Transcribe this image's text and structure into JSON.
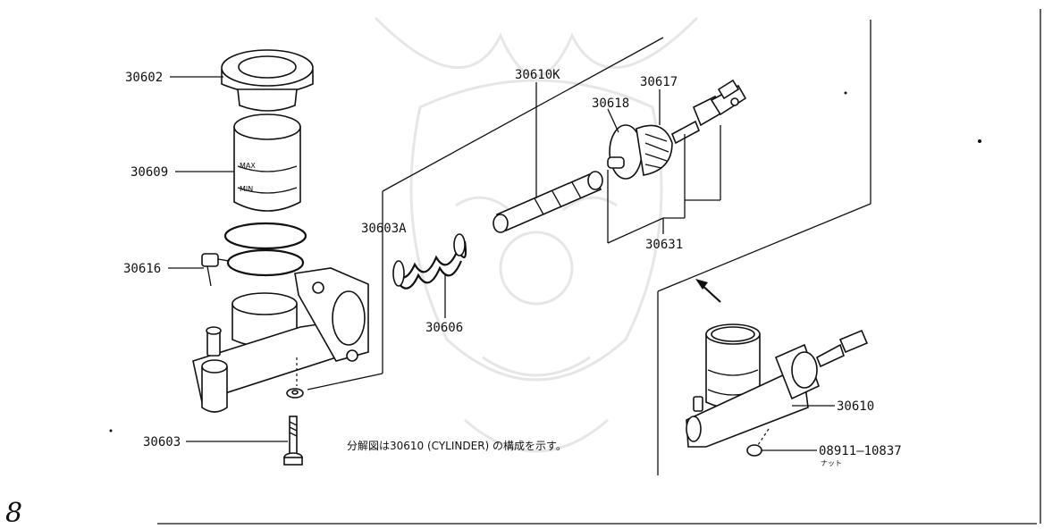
{
  "callouts": {
    "p30602": "30602",
    "p30609": "30609",
    "p30616": "30616",
    "p30603A": "30603A",
    "p30603": "30603",
    "p30606": "30606",
    "p30610K": "30610K",
    "p30618": "30618",
    "p30617": "30617",
    "p30631": "30631",
    "p30610": "30610",
    "p08911": "08911—10837"
  },
  "note_text": "分解図は30610 (CYLINDER) の構成を示す。",
  "nut_text": "ナット",
  "page_mark": "8",
  "colors": {
    "ink": "#111111",
    "paper": "#ffffff",
    "watermark": "#e6e6e6"
  }
}
